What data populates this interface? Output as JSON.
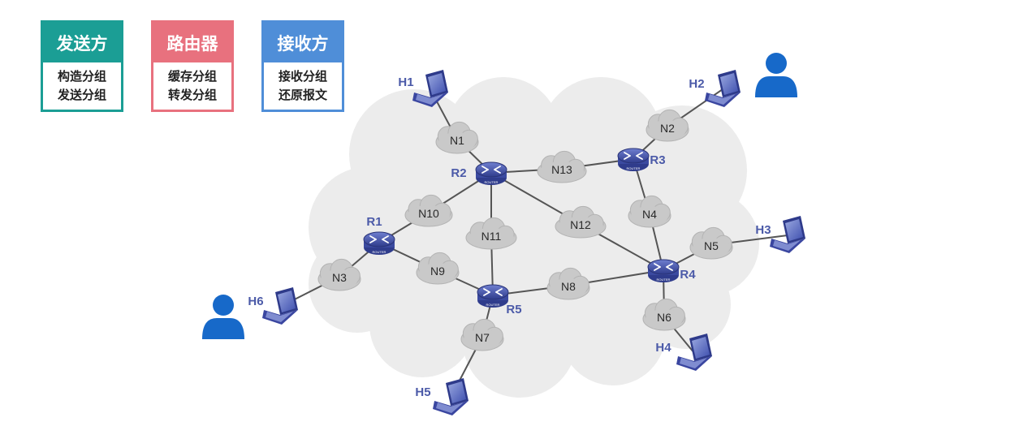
{
  "legend": [
    {
      "key": "sender",
      "title": "发送方",
      "lines": [
        "构造分组",
        "发送分组"
      ],
      "color": "#1b9e95"
    },
    {
      "key": "router",
      "title": "路由器",
      "lines": [
        "缓存分组",
        "转发分组"
      ],
      "color": "#e8717e"
    },
    {
      "key": "receiver",
      "title": "接收方",
      "lines": [
        "接收分组",
        "还原报文"
      ],
      "color": "#4f8ed8"
    }
  ],
  "hosts": [
    {
      "id": "H1",
      "label": "H1"
    },
    {
      "id": "H2",
      "label": "H2"
    },
    {
      "id": "H3",
      "label": "H3"
    },
    {
      "id": "H4",
      "label": "H4"
    },
    {
      "id": "H5",
      "label": "H5"
    },
    {
      "id": "H6",
      "label": "H6"
    }
  ],
  "routers": [
    {
      "id": "R1",
      "label": "R1"
    },
    {
      "id": "R2",
      "label": "R2"
    },
    {
      "id": "R3",
      "label": "R3"
    },
    {
      "id": "R4",
      "label": "R4"
    },
    {
      "id": "R5",
      "label": "R5"
    }
  ],
  "router_badge": "ROUTER",
  "networks": [
    {
      "id": "N1",
      "label": "N1"
    },
    {
      "id": "N2",
      "label": "N2"
    },
    {
      "id": "N3",
      "label": "N3"
    },
    {
      "id": "N4",
      "label": "N4"
    },
    {
      "id": "N5",
      "label": "N5"
    },
    {
      "id": "N6",
      "label": "N6"
    },
    {
      "id": "N7",
      "label": "N7"
    },
    {
      "id": "N8",
      "label": "N8"
    },
    {
      "id": "N9",
      "label": "N9"
    },
    {
      "id": "N10",
      "label": "N10"
    },
    {
      "id": "N11",
      "label": "N11"
    },
    {
      "id": "N12",
      "label": "N12"
    },
    {
      "id": "N13",
      "label": "N13"
    }
  ],
  "users": [
    {
      "id": "user-receiver",
      "icon": "person-icon",
      "color": "#1769c9"
    },
    {
      "id": "user-sender",
      "icon": "person-icon",
      "color": "#1769c9"
    }
  ],
  "links": [
    [
      "H1",
      "N1"
    ],
    [
      "N1",
      "R2"
    ],
    [
      "R2",
      "N13"
    ],
    [
      "N13",
      "R3"
    ],
    [
      "R3",
      "N2"
    ],
    [
      "N2",
      "H2"
    ],
    [
      "R3",
      "N4"
    ],
    [
      "N4",
      "R4"
    ],
    [
      "R4",
      "N5"
    ],
    [
      "N5",
      "H3"
    ],
    [
      "R4",
      "N6"
    ],
    [
      "N6",
      "H4"
    ],
    [
      "R2",
      "N12"
    ],
    [
      "N12",
      "R4"
    ],
    [
      "R4",
      "N8"
    ],
    [
      "N8",
      "R5"
    ],
    [
      "R2",
      "N11"
    ],
    [
      "N11",
      "R5"
    ],
    [
      "R2",
      "N10"
    ],
    [
      "N10",
      "R1"
    ],
    [
      "R1",
      "N9"
    ],
    [
      "N9",
      "R5"
    ],
    [
      "R1",
      "N3"
    ],
    [
      "N3",
      "H6"
    ],
    [
      "R5",
      "N7"
    ],
    [
      "N7",
      "H5"
    ]
  ]
}
